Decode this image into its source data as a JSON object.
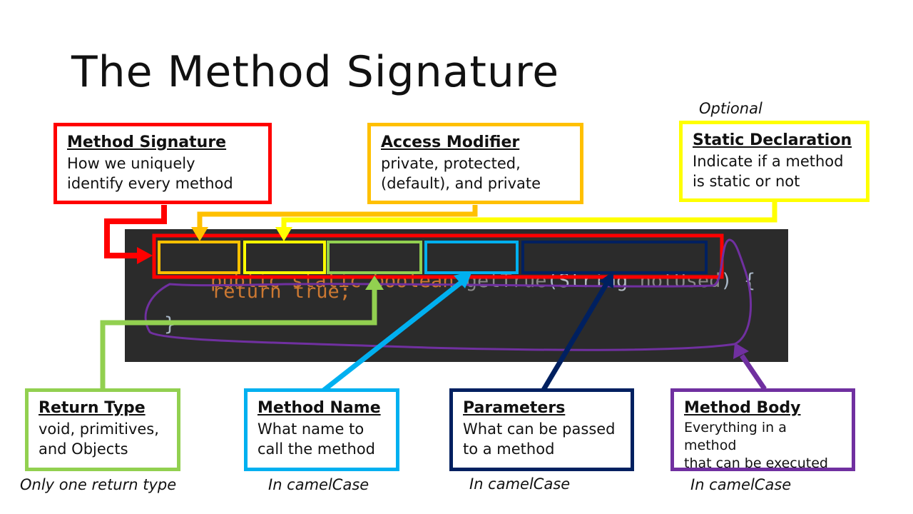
{
  "title": "The Method Signature",
  "code": {
    "kw_public": "public",
    "kw_static": "static",
    "kw_boolean": "boolean",
    "method_name": "getTrue",
    "paren_open": "(",
    "param_type": "String",
    "param_name": "notUsed",
    "paren_close": ")",
    "brace_open": "{",
    "body_line": "return true;",
    "brace_close": "}"
  },
  "boxes": {
    "method_signature": {
      "heading": "Method Signature",
      "body": "How we uniquely\nidentify every method"
    },
    "access_modifier": {
      "heading": "Access Modifier",
      "body": "private, protected,\n(default), and private"
    },
    "static_declaration": {
      "heading": "Static Declaration",
      "body": "Indicate if a method\nis static or not",
      "note": "Optional"
    },
    "return_type": {
      "heading": "Return Type",
      "body": "void, primitives,\nand Objects",
      "note": "Only one return type"
    },
    "method_name": {
      "heading": "Method Name",
      "body": "What name to\ncall the method",
      "note": "In camelCase"
    },
    "parameters": {
      "heading": "Parameters",
      "body": "What can be passed\nto a method",
      "note": "In camelCase"
    },
    "method_body": {
      "heading": "Method Body",
      "body": "Everything in a method\nthat can be executed",
      "note": "In camelCase"
    }
  },
  "colors": {
    "signature": "#ff0000",
    "access": "#ffc000",
    "static": "#ffff00",
    "return": "#92d050",
    "name": "#00b0f0",
    "params": "#002060",
    "body": "#7030a0",
    "code_bg": "#2b2b2b"
  }
}
